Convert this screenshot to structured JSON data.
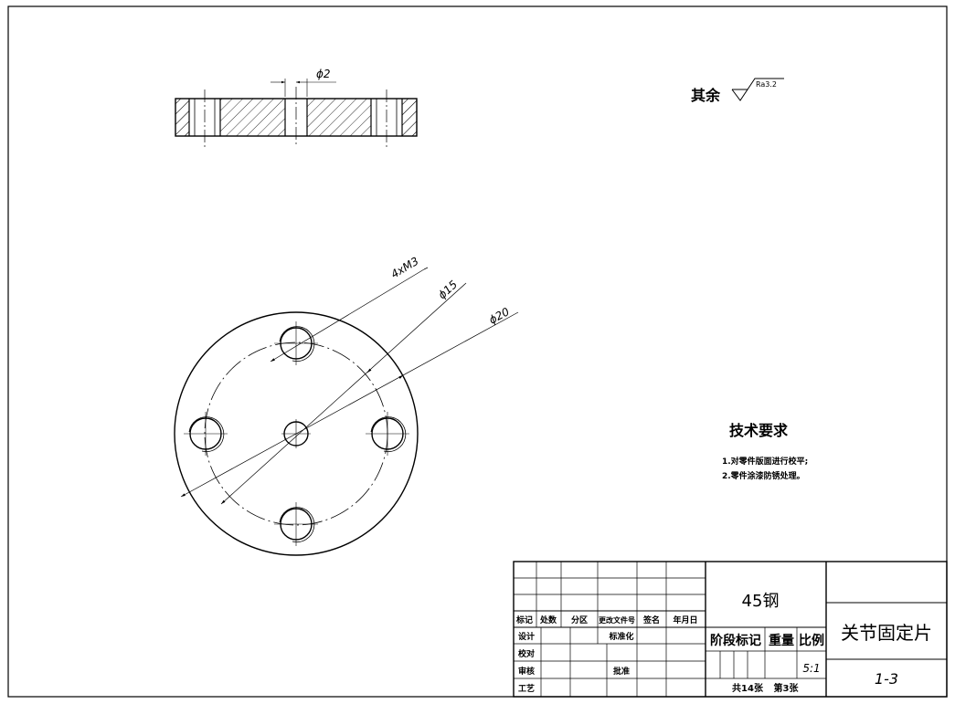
{
  "drawing": {
    "section_view": {
      "dimension": "ϕ2"
    },
    "roughness": {
      "prefix": "其余",
      "value": "Ra3.2"
    },
    "top_view": {
      "dim_holes": "4xM3",
      "dim_pcd": "ϕ15",
      "dim_outer": "ϕ20"
    },
    "technical_requirements": {
      "title": "技术要求",
      "items": [
        "1.对零件版面进行校平;",
        "2.零件涂漆防锈处理。"
      ]
    }
  },
  "title_block": {
    "material": "45钢",
    "part_name": "关节固定片",
    "drawing_number": "1-3",
    "scale": "5:1",
    "stage_mark": "阶段标记",
    "weight": "重量",
    "scale_label": "比例",
    "sheet_info": {
      "total": "共14张",
      "current": "第3张"
    },
    "headers": [
      "标记",
      "处数",
      "分区",
      "更改文件号",
      "签名",
      "年月日"
    ],
    "roles": {
      "design": "设计",
      "check": "校对",
      "review": "审核",
      "process": "工艺",
      "standardization": "标准化",
      "approval": "批准"
    }
  }
}
